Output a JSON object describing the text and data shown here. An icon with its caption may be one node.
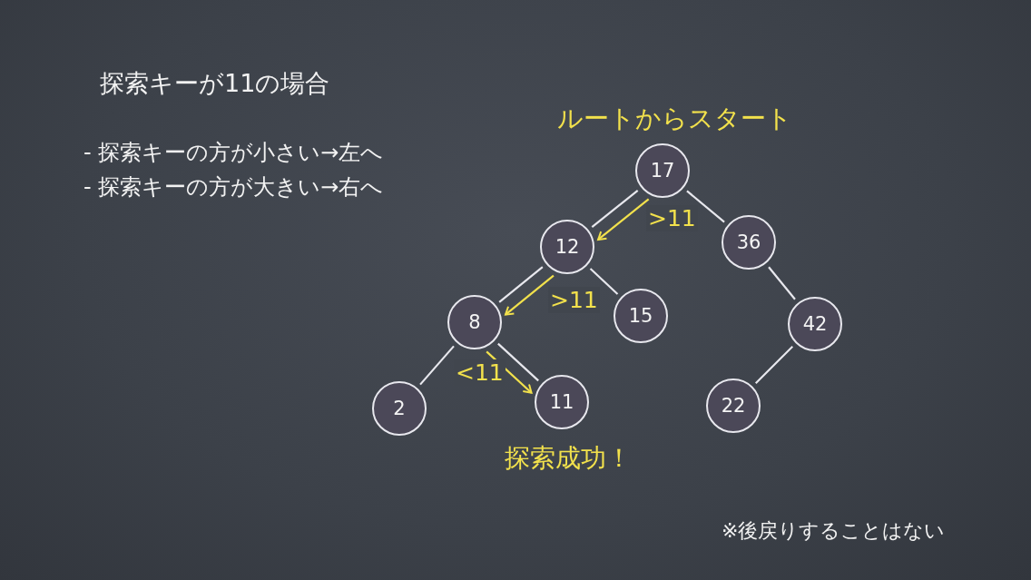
{
  "diagram": {
    "title": "探索キーが11の場合",
    "nodes": [
      {
        "text": [
          "17"
        ],
        "beside": [
          "ルートからスタート"
        ]
      },
      {
        "text": [
          "12"
        ]
      },
      {
        "text": [
          "36"
        ]
      },
      {
        "text": [
          "8"
        ]
      },
      {
        "text": [
          "15"
        ]
      },
      {
        "text": [
          "42"
        ]
      },
      {
        "text": [
          "2"
        ]
      },
      {
        "text": [
          "11"
        ],
        "beside": [
          "探索成功！"
        ]
      },
      {
        "text": [
          "22"
        ]
      }
    ],
    "edges": [
      {
        "from": 0,
        "to": 1,
        "arrow": "none"
      },
      {
        "from": 0,
        "to": 2,
        "arrow": "none"
      },
      {
        "from": 1,
        "to": 3,
        "arrow": "none"
      },
      {
        "from": 1,
        "to": 4,
        "arrow": "none"
      },
      {
        "from": 2,
        "to": 5,
        "arrow": "none"
      },
      {
        "from": 3,
        "to": 6,
        "arrow": "none"
      },
      {
        "from": 3,
        "to": 7,
        "arrow": "none"
      },
      {
        "from": 5,
        "to": 8,
        "arrow": "none"
      },
      {
        "from": 0,
        "to": 1,
        "arrow": "to",
        "label": ">11",
        "color": "#f2e14c"
      },
      {
        "from": 1,
        "to": 3,
        "arrow": "to",
        "label": ">11",
        "color": "#f2e14c"
      },
      {
        "from": 3,
        "to": 7,
        "arrow": "to",
        "label": "<11",
        "color": "#f2e14c"
      }
    ],
    "labels": [
      "- 探索キーの方が小さい→左へ",
      "- 探索キーの方が大きい→右へ",
      "※後戻りすることはない"
    ]
  }
}
